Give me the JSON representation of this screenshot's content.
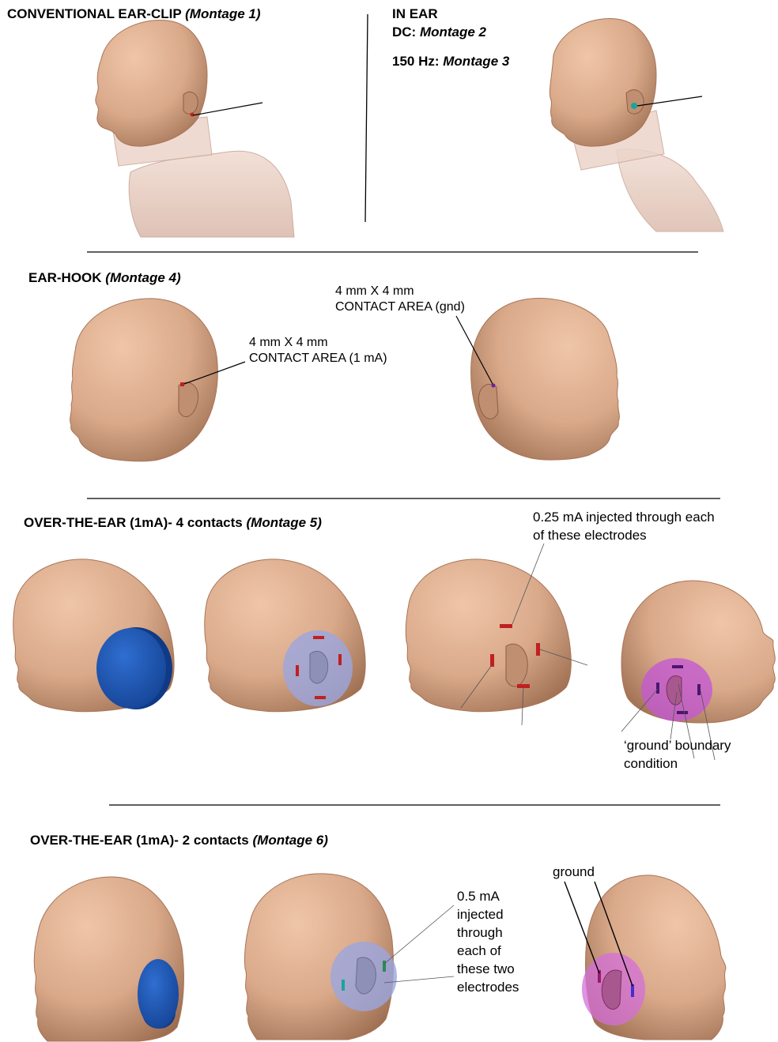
{
  "colors": {
    "skin": "#d9a98a",
    "skin_shadow": "#b98466",
    "skin_dark": "#8d5f45",
    "torso": "#ebd0c4",
    "electrode_blue": "#1c56b8",
    "pad_lavender": "#9aa6e0",
    "pad_magenta": "#c35ad2",
    "contact_red": "#c02020",
    "contact_teal": "#1aa59a",
    "contact_green": "#2a8a55",
    "contact_violet": "#6a1fa3",
    "line": "#000000"
  },
  "icons": [
    "head-model",
    "torso-model",
    "disc-electrode",
    "contact-pad",
    "leader-line"
  ],
  "sections": {
    "montage1": {
      "title": "CONVENTIONAL EAR-CLIP",
      "montage": "(Montage 1)"
    },
    "montage23": {
      "title": "IN EAR",
      "dc_label": "DC:",
      "dc_montage": "Montage 2",
      "hz_label": "150 Hz:",
      "hz_montage": "Montage 3"
    },
    "montage4": {
      "title": "EAR-HOOK",
      "montage": "(Montage 4)",
      "contact_left": [
        "4 mm X 4 mm",
        "CONTACT AREA (1 mA)"
      ],
      "contact_right": [
        "4 mm X 4 mm",
        "CONTACT AREA (gnd)"
      ]
    },
    "montage5": {
      "title": "OVER-THE-EAR (1mA)- 4 contacts",
      "montage": "(Montage 5)",
      "injected": [
        "0.25 mA injected through each",
        "of these electrodes"
      ],
      "ground": [
        "‘ground’ boundary",
        "condition"
      ]
    },
    "montage6": {
      "title": "OVER-THE-EAR (1mA)- 2 contacts",
      "montage": "(Montage 6)",
      "injected": [
        "0.5 mA",
        "injected",
        "through",
        "each of",
        "these two",
        "electrodes"
      ],
      "ground": "ground"
    }
  }
}
